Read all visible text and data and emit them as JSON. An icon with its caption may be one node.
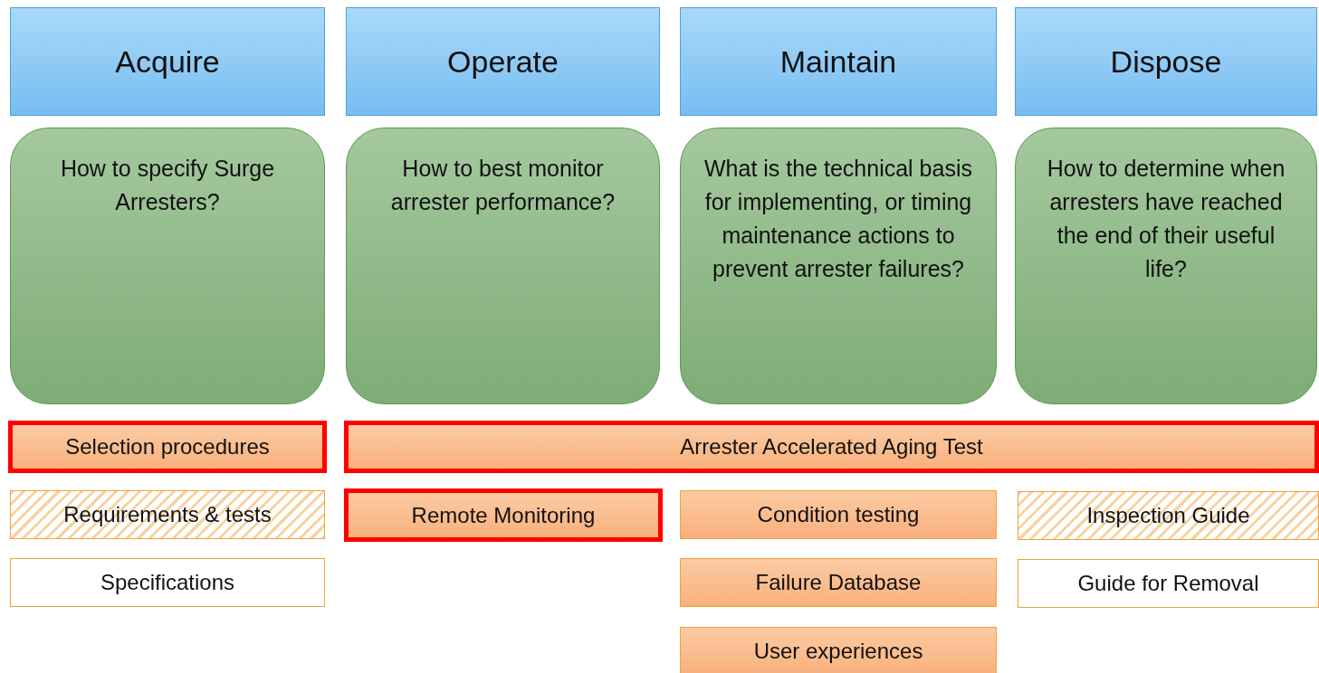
{
  "diagram": {
    "nodes": [
      {
        "text": [
          "Acquire"
        ]
      },
      {
        "text": [
          "Operate"
        ]
      },
      {
        "text": [
          "Maintain"
        ]
      },
      {
        "text": [
          "Dispose"
        ]
      },
      {
        "text": [
          "How to specify Surge Arresters?"
        ]
      },
      {
        "text": [
          "How to best monitor arrester performance?"
        ]
      },
      {
        "text": [
          "What is the technical basis for implementing, or timing maintenance actions to prevent arrester failures?"
        ]
      },
      {
        "text": [
          "How to determine when arresters have reached the end of their useful life?"
        ]
      },
      {
        "text": [
          "Selection procedures"
        ]
      },
      {
        "text": [
          "Arrester Accelerated Aging Test"
        ]
      },
      {
        "text": [
          "Requirements & tests"
        ]
      },
      {
        "text": [
          "Remote Monitoring"
        ]
      },
      {
        "text": [
          "Condition testing"
        ]
      },
      {
        "text": [
          "Inspection Guide"
        ]
      },
      {
        "text": [
          "Specifications"
        ]
      },
      {
        "text": [
          "Failure Database"
        ]
      },
      {
        "text": [
          "Guide for Removal"
        ]
      },
      {
        "text": [
          "User experiences"
        ]
      }
    ],
    "edges": []
  }
}
